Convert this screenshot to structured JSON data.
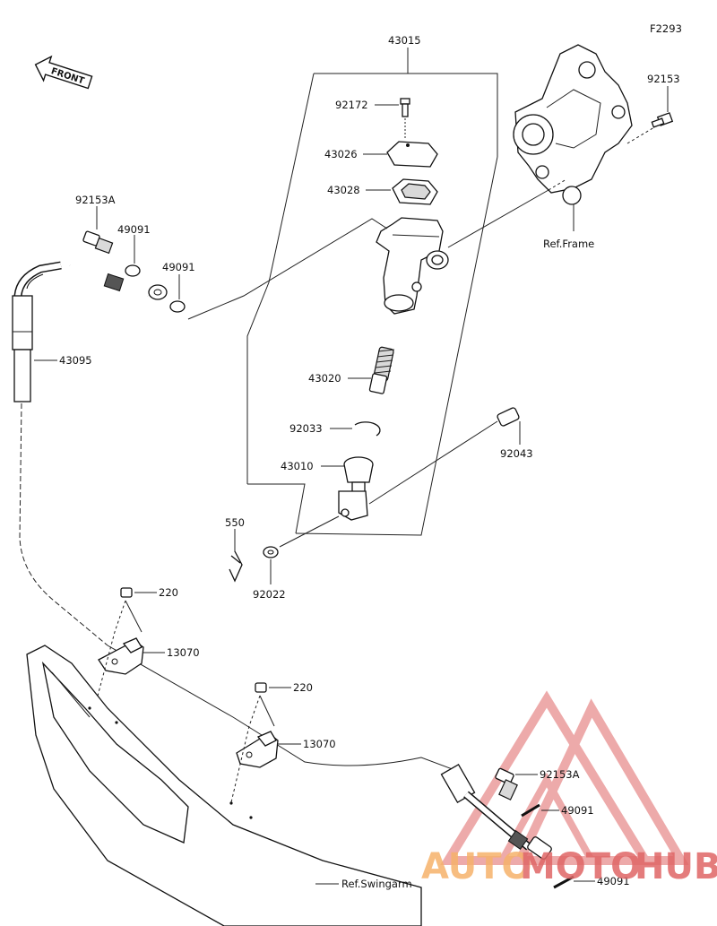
{
  "figure_code": "F2293",
  "front_label": "FRONT",
  "parts": {
    "p43015": "43015",
    "p92172": "92172",
    "p43026": "43026",
    "p43028": "43028",
    "p43020": "43020",
    "p92033": "92033",
    "p43010": "43010",
    "p92043": "92043",
    "p550": "550",
    "p92022": "92022",
    "p92153": "92153",
    "p92153A_top": "92153A",
    "p49091_a": "49091",
    "p49091_b": "49091",
    "p43095": "43095",
    "p220_a": "220",
    "p13070_a": "13070",
    "p220_b": "220",
    "p13070_b": "13070",
    "p92153A_bottom": "92153A",
    "p49091_c": "49091",
    "p49091_d": "49091"
  },
  "refs": {
    "frame": "Ref.Frame",
    "swingarm": "Ref.Swingarm"
  },
  "watermark": {
    "part1": "AUTO",
    "part2": "MOTO",
    "part3": "HUB",
    "color_orange": "#f6b26b",
    "color_red": "#e06666"
  }
}
